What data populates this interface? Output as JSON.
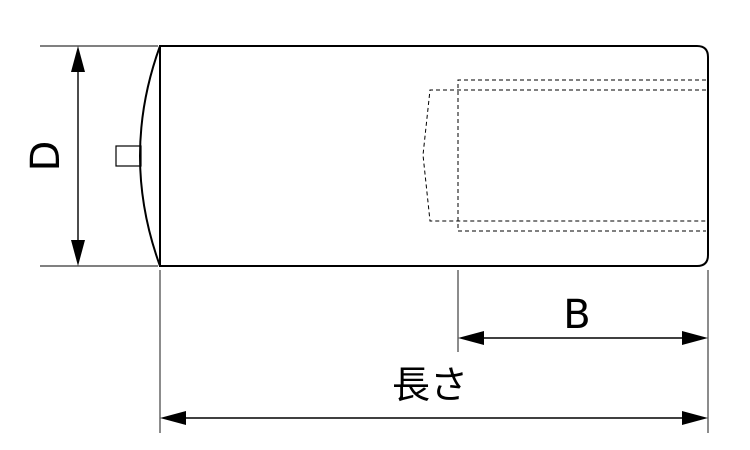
{
  "dimensions": {
    "diameter": {
      "label": "D"
    },
    "b_length": {
      "label": "B"
    },
    "total_length": {
      "label": "長さ"
    }
  }
}
